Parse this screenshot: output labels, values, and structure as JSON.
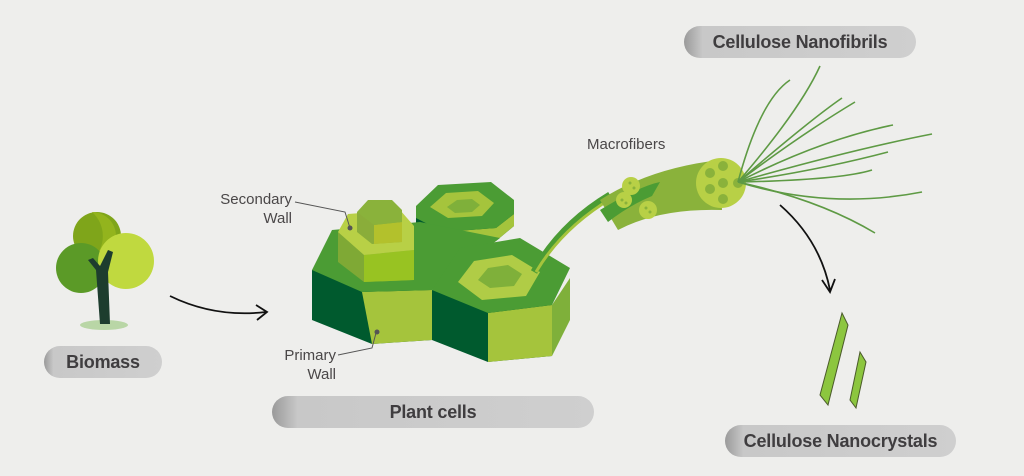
{
  "labels": {
    "biomass": "Biomass",
    "plant_cells": "Plant cells",
    "cellulose_nanofibrils": "Cellulose Nanofibrils",
    "cellulose_nanocrystals": "Cellulose Nanocrystals",
    "macrofibers": "Macrofibers",
    "secondary_wall_line1": "Secondary",
    "secondary_wall_line2": "Wall",
    "primary_wall_line1": "Primary",
    "primary_wall_line2": "Wall"
  },
  "colors": {
    "background": "#eeeeec",
    "dark_green": "#00542c",
    "mid_green": "#4b9c34",
    "light_green": "#a5c43c",
    "lime": "#c6d84a",
    "trunk": "#1d3d2e",
    "pill": "#cfcfcf",
    "text": "#3f3d3f"
  }
}
